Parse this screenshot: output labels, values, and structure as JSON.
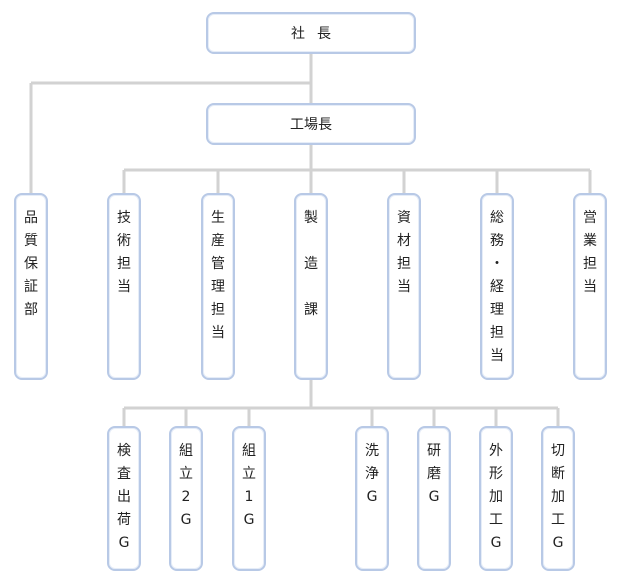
{
  "top": {
    "president": [
      "社",
      "長"
    ],
    "factory_manager": "工場長"
  },
  "departments": [
    {
      "id": "quality-assurance",
      "chars": [
        "品",
        "質",
        "保",
        "証",
        "部"
      ]
    },
    {
      "id": "technical",
      "chars": [
        "技",
        "術",
        "担",
        "当"
      ]
    },
    {
      "id": "production-control",
      "chars": [
        "生",
        "産",
        "管",
        "理",
        "担",
        "当"
      ]
    },
    {
      "id": "manufacturing",
      "chars": [
        "製",
        "",
        "造",
        "",
        "課"
      ]
    },
    {
      "id": "materials",
      "chars": [
        "資",
        "材",
        "担",
        "当"
      ]
    },
    {
      "id": "general-affairs-accounting",
      "chars": [
        "総",
        "務",
        "・",
        "経",
        "理",
        "担",
        "当"
      ]
    },
    {
      "id": "sales",
      "chars": [
        "営",
        "業",
        "担",
        "当"
      ]
    }
  ],
  "groups": [
    {
      "id": "inspection-shipping",
      "chars": [
        "検",
        "査",
        "出",
        "荷",
        "G"
      ]
    },
    {
      "id": "assembly-2",
      "chars": [
        "組",
        "立",
        "2",
        "G"
      ]
    },
    {
      "id": "assembly-1",
      "chars": [
        "組",
        "立",
        "1",
        "G"
      ]
    },
    {
      "id": "washing",
      "chars": [
        "洗",
        "浄",
        "G"
      ]
    },
    {
      "id": "grinding",
      "chars": [
        "研",
        "磨",
        "G"
      ]
    },
    {
      "id": "external-processing",
      "chars": [
        "外",
        "形",
        "加",
        "工",
        "G"
      ]
    },
    {
      "id": "cutting",
      "chars": [
        "切",
        "断",
        "加",
        "工",
        "G"
      ]
    }
  ],
  "colors": {
    "box_border": "#b8c9e6",
    "connector": "#d2d2d2",
    "text": "#222222"
  }
}
